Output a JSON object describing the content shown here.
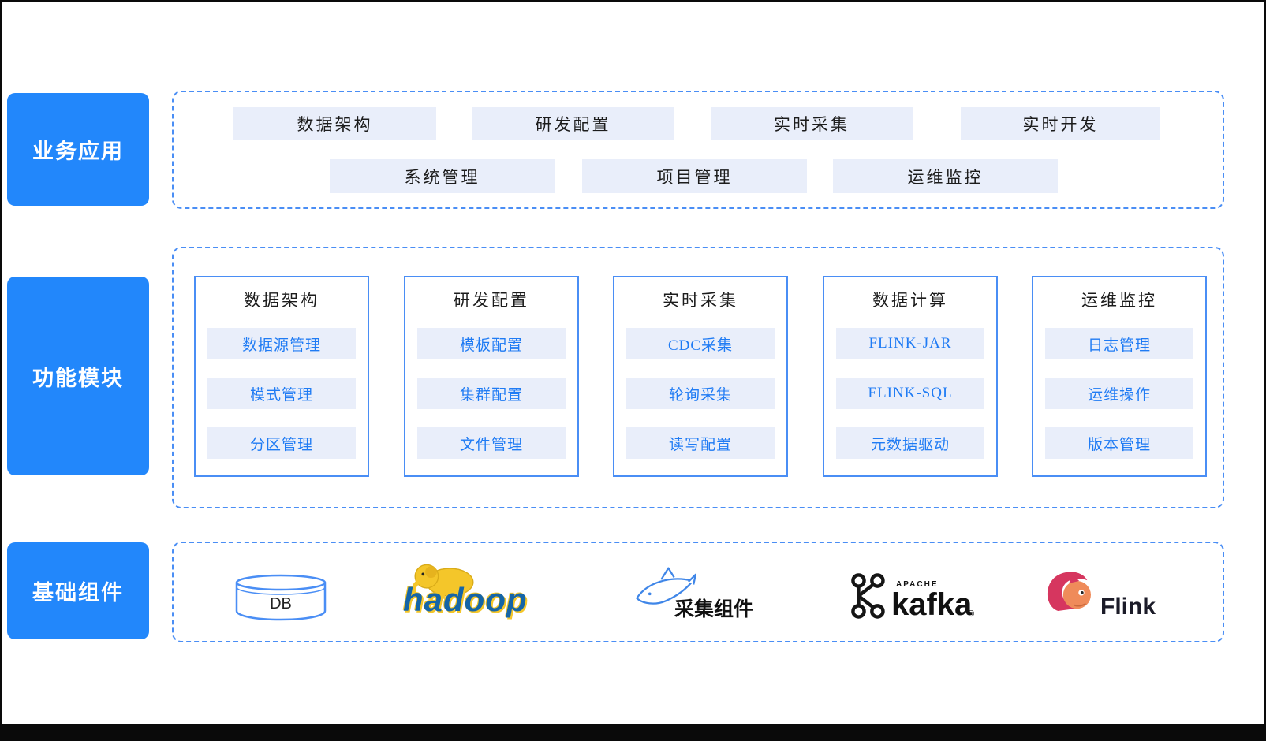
{
  "colors": {
    "accent_blue": "#2287fb",
    "light_pill_bg": "#e9eefa",
    "item_text_blue": "#1f7bf4",
    "dashed_border_blue": "#4a8ef5",
    "frame_black": "#000000",
    "hadoop_yellow": "#f4c62a",
    "flink_red": "#d6365f",
    "flink_orange": "#ef8b5a"
  },
  "side_labels": {
    "business": "业务应用",
    "modules": "功能模块",
    "components": "基础组件"
  },
  "business_apps": {
    "row1": [
      "数据架构",
      "研发配置",
      "实时采集",
      "实时开发"
    ],
    "row2": [
      "系统管理",
      "项目管理",
      "运维监控"
    ]
  },
  "function_modules": {
    "columns": [
      {
        "title": "数据架构",
        "items": [
          "数据源管理",
          "模式管理",
          "分区管理"
        ]
      },
      {
        "title": "研发配置",
        "items": [
          "模板配置",
          "集群配置",
          "文件管理"
        ]
      },
      {
        "title": "实时采集",
        "items": [
          "CDC采集",
          "轮询采集",
          "读写配置"
        ]
      },
      {
        "title": "数据计算",
        "items": [
          "FLINK-JAR",
          "FLINK-SQL",
          "元数据驱动"
        ]
      },
      {
        "title": "运维监控",
        "items": [
          "日志管理",
          "运维操作",
          "版本管理"
        ]
      }
    ]
  },
  "base_components": {
    "db_label": "DB",
    "hadoop_label": "hadoop",
    "collector_label": "采集组件",
    "kafka_apache": "APACHE",
    "kafka_label": "kafka",
    "kafka_reg": "®",
    "flink_label": "Flink"
  },
  "icons": {
    "db": "database-cylinder-icon",
    "hadoop": "hadoop-elephant-icon",
    "collector": "shark-icon",
    "kafka": "kafka-molecule-icon",
    "flink": "flink-squirrel-icon"
  }
}
